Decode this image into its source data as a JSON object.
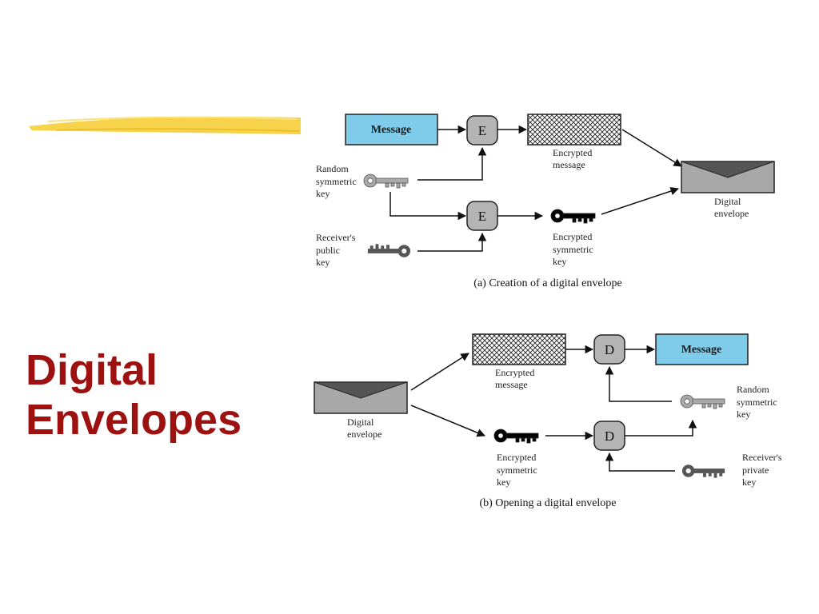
{
  "slide": {
    "title_line1": "Digital",
    "title_line2": "Envelopes"
  },
  "diagram_a": {
    "message": "Message",
    "op1": "E",
    "op2": "E",
    "encrypted_message": [
      "Encrypted",
      "message"
    ],
    "random_key": [
      "Random",
      "symmetric",
      "key"
    ],
    "public_key": [
      "Receiver's",
      "public",
      "key"
    ],
    "encrypted_key": [
      "Encrypted",
      "symmetric",
      "key"
    ],
    "envelope": [
      "Digital",
      "envelope"
    ],
    "caption": "(a) Creation of a digital envelope"
  },
  "diagram_b": {
    "envelope": [
      "Digital",
      "envelope"
    ],
    "encrypted_message": [
      "Encrypted",
      "message"
    ],
    "op1": "D",
    "op2": "D",
    "message": "Message",
    "random_key": [
      "Random",
      "symmetric",
      "key"
    ],
    "encrypted_key": [
      "Encrypted",
      "symmetric",
      "key"
    ],
    "private_key": [
      "Receiver's",
      "private",
      "key"
    ],
    "caption": "(b) Opening a digital envelope"
  },
  "colors": {
    "title": "#9e1111",
    "message_box": "#7fcbea",
    "operator": "#b4b4b4",
    "envelope": "#a8a8a8",
    "highlighter": "#f6cf3c"
  }
}
